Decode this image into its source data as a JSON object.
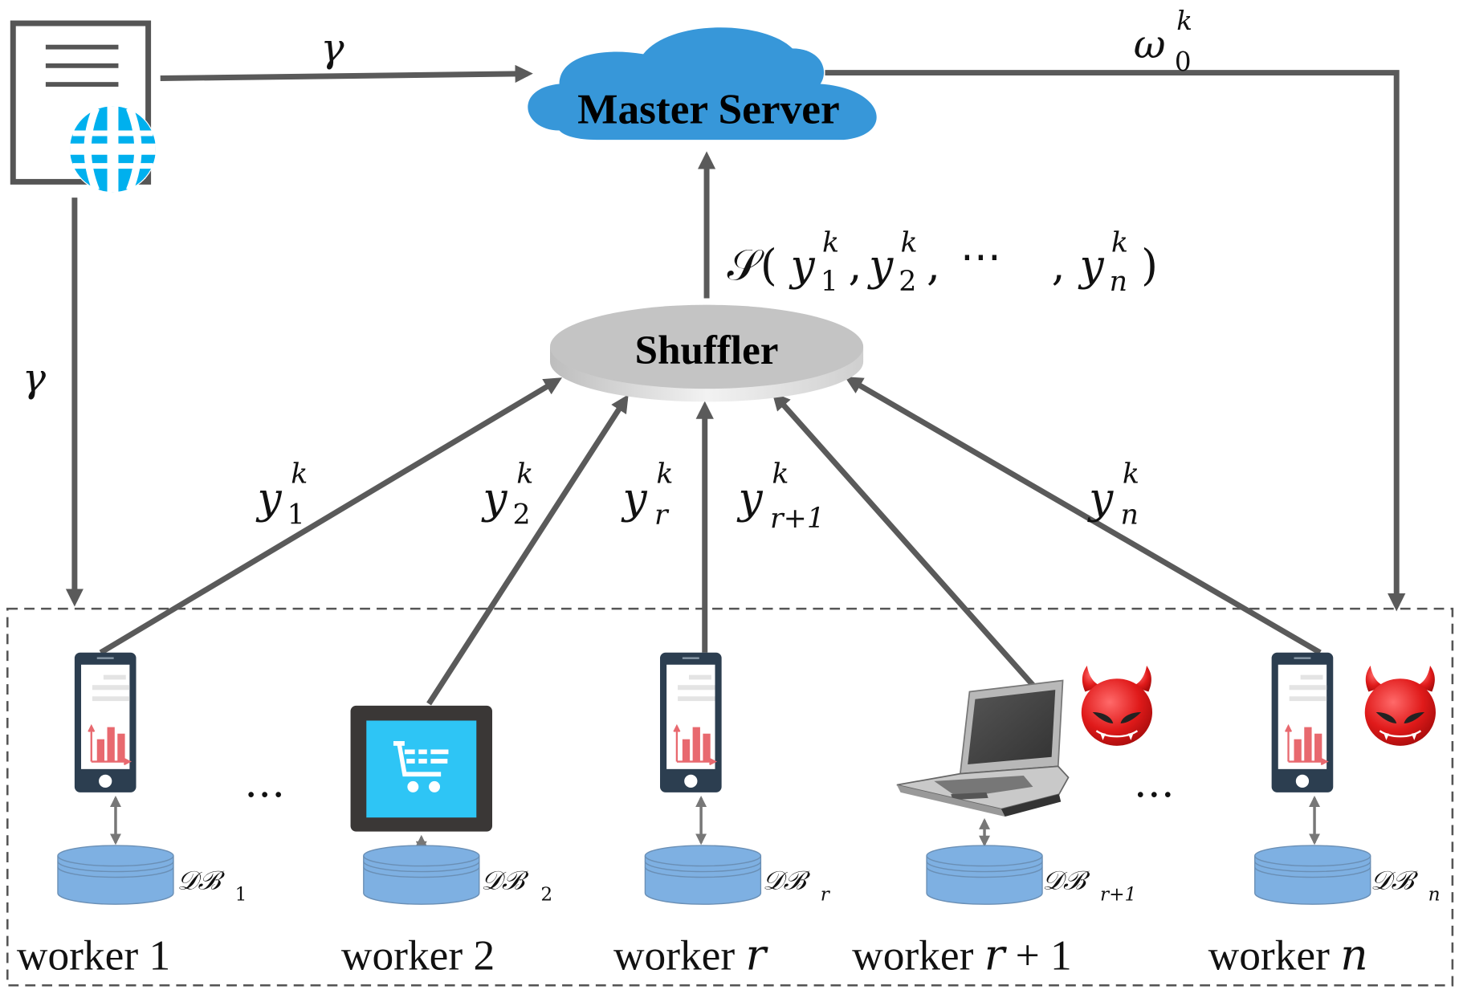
{
  "diagram": {
    "type": "shuffled federated learning architecture",
    "nodes": {
      "master_server": {
        "label": "Master Server",
        "icon": "cloud-icon",
        "color": "#3797d9"
      },
      "shuffler": {
        "label": "Shuffler",
        "icon": "disk-icon",
        "color": "#c4c4c4"
      },
      "publisher": {
        "icon": "web-document-icon",
        "globe_color": "#00b0ee"
      }
    },
    "edges": {
      "publisher_to_server": {
        "label": "γ"
      },
      "publisher_to_workers": {
        "label": "γ"
      },
      "server_to_workers": {
        "label_base": "ω",
        "label_sup": "k",
        "label_sub": "0"
      },
      "shuffler_to_server": {
        "prefix": "𝒮(",
        "terms": [
          {
            "base": "y",
            "sup": "k",
            "sub": "1"
          },
          {
            "base": "y",
            "sup": "k",
            "sub": "2"
          },
          {
            "base": "y",
            "sup": "k",
            "sub": "n"
          }
        ],
        "separator": ",",
        "ellipsis": "⋯",
        "suffix": ")"
      }
    },
    "workers": [
      {
        "name": "worker 1",
        "label_text": "worker 1",
        "device": "phone",
        "upload": {
          "base": "y",
          "sup": "k",
          "sub": "1"
        },
        "db": {
          "base": "𝒟ℬ",
          "sub": "1"
        },
        "malicious": false
      },
      {
        "name": "worker 2",
        "label_text": "worker 2",
        "device": "tablet",
        "upload": {
          "base": "y",
          "sup": "k",
          "sub": "2"
        },
        "db": {
          "base": "𝒟ℬ",
          "sub": "2"
        },
        "malicious": false
      },
      {
        "name": "worker r",
        "label_text": "worker ",
        "label_var": "r",
        "device": "phone",
        "upload": {
          "base": "y",
          "sup": "k",
          "sub": "r"
        },
        "db": {
          "base": "𝒟ℬ",
          "sub": "r"
        },
        "malicious": false
      },
      {
        "name": "worker r+1",
        "label_text": "worker ",
        "label_var": "r",
        "label_rest": " + 1",
        "device": "laptop",
        "upload": {
          "base": "y",
          "sup": "k",
          "sub": "r+1"
        },
        "db": {
          "base": "𝒟ℬ",
          "sub": "r+1"
        },
        "malicious": true
      },
      {
        "name": "worker n",
        "label_text": "worker ",
        "label_var": "n",
        "device": "phone",
        "upload": {
          "base": "y",
          "sup": "k",
          "sub": "n"
        },
        "db": {
          "base": "𝒟ℬ",
          "sub": "n"
        },
        "malicious": true
      }
    ],
    "ellipses": [
      "…",
      "…"
    ],
    "colors": {
      "arrow": "#5a5a5a",
      "phone_body": "#2c3e50",
      "chart_bars": "#e8696f",
      "tablet_screen": "#2ec5f5",
      "tablet_body": "#3a3736",
      "database": "#7eb0e2",
      "devil": "#d81b1b",
      "group_border": "#555555"
    }
  }
}
